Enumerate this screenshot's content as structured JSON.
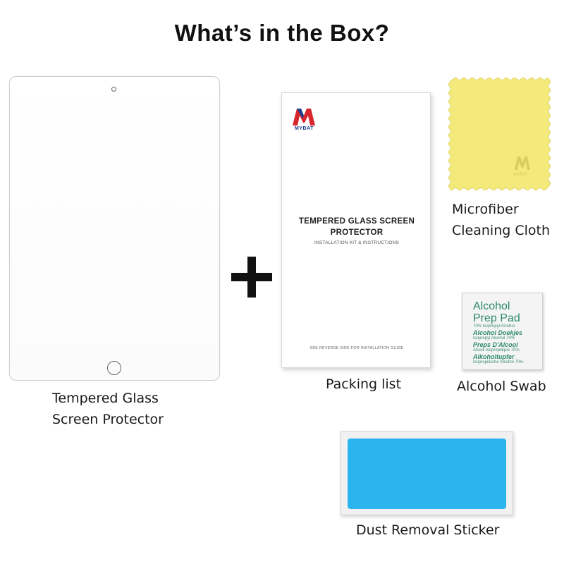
{
  "title": "What’s in the Box?",
  "items": {
    "glass": {
      "caption_line1": "Tempered Glass",
      "caption_line2": "Screen Protector"
    },
    "packing": {
      "caption": "Packing list",
      "brand": "MYBAT",
      "heading_line1": "TEMPERED GLASS SCREEN",
      "heading_line2": "PROTECTOR",
      "subheading": "INSTALLATION KIT & INSTRUCTIONS",
      "footer": "SEE REVERSE SIDE FOR INSTALLATION GUIDE"
    },
    "cloth": {
      "caption_line1": "Microfiber",
      "caption_line2": "Cleaning Cloth",
      "watermark": "MYBAT",
      "color": "#f4ea7c"
    },
    "swab": {
      "caption": "Alcohol Swab",
      "line1": "Alcohol",
      "line2": "Prep Pad",
      "line3": "70% Isopropyl Alcohol",
      "line4": "Alcohol Doekjes",
      "line5": "Isopropyl Alcohol 70%",
      "line6": "Preps D'Alcool",
      "line7": "Alcool Isopropilique 70%",
      "line8": "Alkoholtupfer",
      "line9": "Isopropilische Alkohol 70%"
    },
    "sticker": {
      "caption": "Dust Removal Sticker",
      "color": "#2bb4ee"
    }
  },
  "icons": {
    "plus": "plus-icon",
    "logo": "mybat-logo-icon"
  }
}
